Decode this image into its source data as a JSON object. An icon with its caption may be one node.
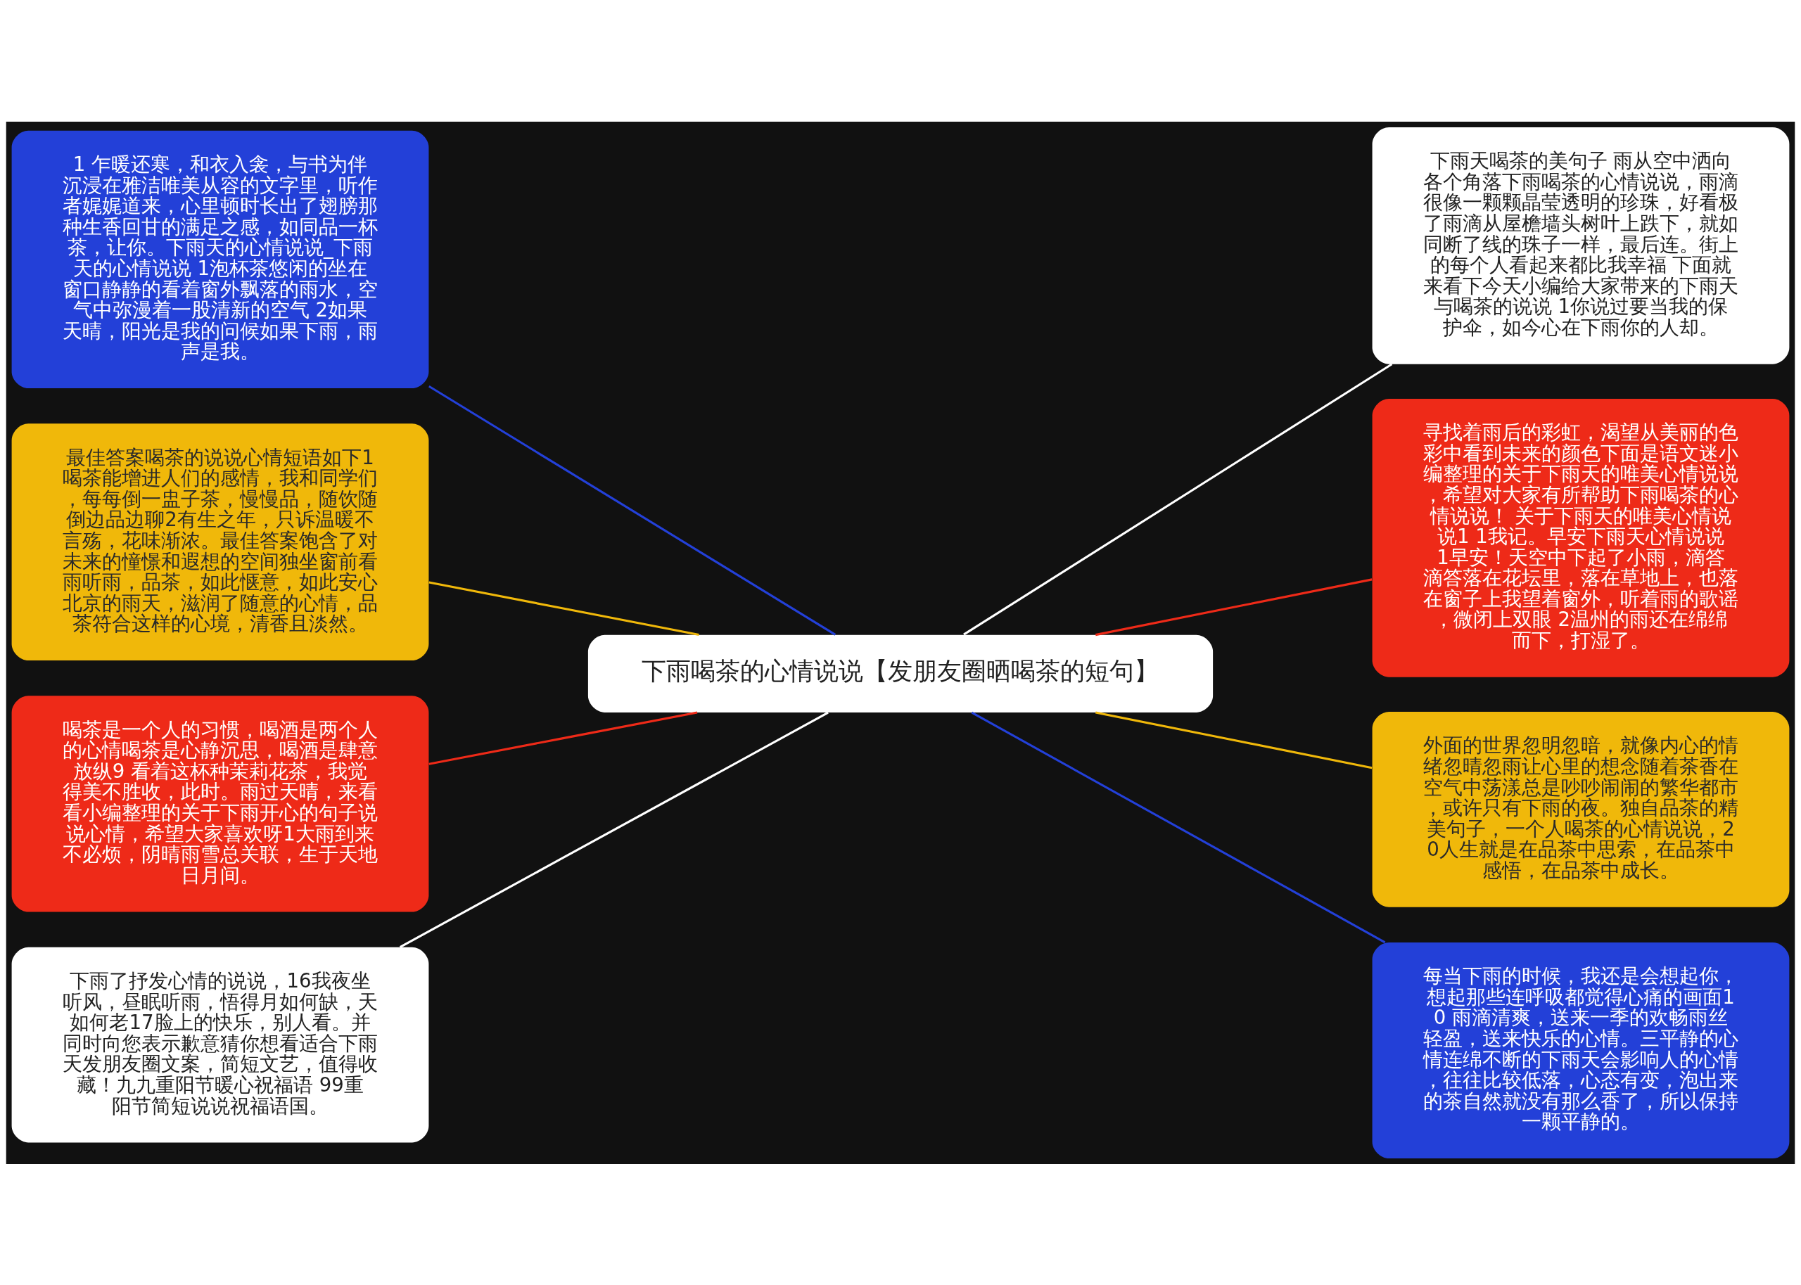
{
  "diagram": {
    "nodes": [
      {
        "text": [
          "下雨喝茶的心情说说【发朋友圈晒喝茶的短句】"
        ]
      },
      {
        "text": [
          "1 乍暖还寒，和衣入衾，与书为伴沉浸在雅洁唯美从容的文字里，听作者娓娓道来，心里顿时长出了翅膀那种生香回甘的满足之感，如同品一杯茶，让你。下雨天的心情说说_下雨天的心情说说 1泡杯茶悠闲的坐在窗口静静的看着窗外飘落的雨水，空气中弥漫着一股清新的空气 2如果天晴，阳光是我的问候如果下雨，雨声是我。"
        ]
      },
      {
        "text": [
          "最佳答案喝茶的说说心情短语如下1喝茶能增进人们的感情，我和同学们，每每倒一盅子茶，慢慢品，随饮随倒边品边聊2有生之年，只诉温暖不言殇，花味渐浓。最佳答案饱含了对未来的憧憬和遐想的空间独坐窗前看雨听雨，品茶，如此惬意，如此安心北京的雨天，滋润了随意的心情，品茶符合这样的心境，清香且淡然。"
        ]
      },
      {
        "text": [
          "喝茶是一个人的习惯，喝酒是两个人的心情喝茶是心静沉思，喝酒是肆意放纵9 看着这杯种茉莉花茶，我觉得美不胜收，此时。雨过天晴，来看看小编整理的关于下雨开心的句子说说心情，希望大家喜欢呀1大雨到来不必烦，阴晴雨雪总关联，生于天地日月间。"
        ]
      },
      {
        "text": [
          "下雨了抒发心情的说说，16我夜坐听风，昼眠听雨，悟得月如何缺，天如何老17脸上的快乐，别人看。并同时向您表示歉意猜你想看适合下雨天发朋友圈文案，简短文艺，值得收藏！九九重阳节暖心祝福语 99重阳节简短说说祝福语国。"
        ]
      },
      {
        "text": [
          "下雨天喝茶的美句子 雨从空中洒向各个角落下雨喝茶的心情说说，雨滴很像一颗颗晶莹透明的珍珠，好看极了雨滴从屋檐墙头树叶上跌下，就如同断了线的珠子一样，最后连。街上的每个人看起来都比我幸福 下面就来看下今天小编给大家带来的下雨天与喝茶的说说 1你说过要当我的保护伞，如今心在下雨你的人却。"
        ]
      },
      {
        "text": [
          "寻找着雨后的彩虹，渴望从美丽的色彩中看到未来的颜色下面是语文迷小编整理的关于下雨天的唯美心情说说，希望对大家有所帮助下雨喝茶的心情说说！ 关于下雨天的唯美心情说说1 1我记。早安下雨天心情说说 1早安！天空中下起了小雨，滴答滴答落在花坛里，落在草地上，也落在窗子上我望着窗外，听着雨的歌谣，微闭上双眼 2温州的雨还在绵绵而下，打湿了。"
        ]
      },
      {
        "text": [
          "外面的世界忽明忽暗，就像内心的情绪忽晴忽雨让心里的想念随着茶香在空气中荡漾总是吵吵闹闹的繁华都市，或许只有下雨的夜。独自品茶的精美句子，一个人喝茶的心情说说，20人生就是在品茶中思索，在品茶中感悟，在品茶中成长。"
        ]
      },
      {
        "text": [
          "每当下雨的时候，我还是会想起你，想起那些连呼吸都觉得心痛的画面10 雨滴清爽，送来一季的欢畅雨丝轻盈，送来快乐的心情。三平静的心情连绵不断的下雨天会影响人的心情，往往比较低落，心态有变，泡出来的茶自然就没有那么香了，所以保持一颗平静的。"
        ]
      }
    ],
    "edges": [
      {
        "from": 0,
        "to": 1,
        "arrow": "none",
        "color": "#2340d8"
      },
      {
        "from": 0,
        "to": 2,
        "arrow": "none",
        "color": "#f0b80a"
      },
      {
        "from": 0,
        "to": 3,
        "arrow": "none",
        "color": "#ee2a18"
      },
      {
        "from": 0,
        "to": 4,
        "arrow": "none",
        "color": "#ffffff"
      },
      {
        "from": 0,
        "to": 5,
        "arrow": "none",
        "color": "#ffffff"
      },
      {
        "from": 0,
        "to": 6,
        "arrow": "none",
        "color": "#ee2a18"
      },
      {
        "from": 0,
        "to": 7,
        "arrow": "none",
        "color": "#f0b80a"
      },
      {
        "from": 0,
        "to": 8,
        "arrow": "none",
        "color": "#2340d8"
      }
    ]
  }
}
